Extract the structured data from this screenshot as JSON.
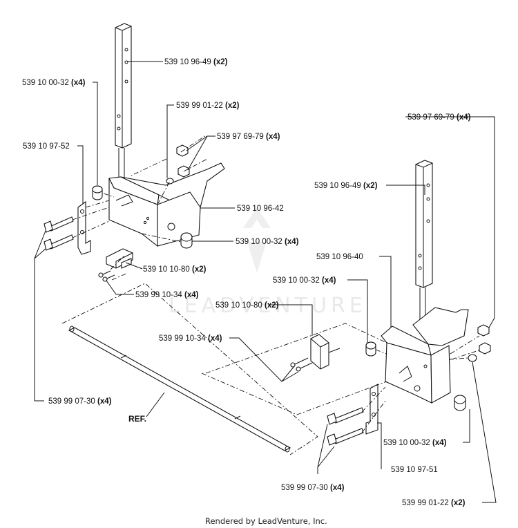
{
  "diagram": {
    "labels": [
      {
        "id": "l1",
        "part": "539 10 96-49",
        "qty": "(x2)"
      },
      {
        "id": "l2",
        "part": "539 10 00-32",
        "qty": "(x4)"
      },
      {
        "id": "l3",
        "part": "539 99 01-22",
        "qty": "(x2)"
      },
      {
        "id": "l4",
        "part": "539 97 69-79",
        "qty": "(x4)"
      },
      {
        "id": "l5",
        "part": "539 10 97-52",
        "qty": ""
      },
      {
        "id": "l6",
        "part": "539 10 96-42",
        "qty": ""
      },
      {
        "id": "l7",
        "part": "539 10 00-32",
        "qty": "(x4)"
      },
      {
        "id": "l8",
        "part": "539 10 10-80",
        "qty": "(x2)"
      },
      {
        "id": "l9",
        "part": "539 99 10-34",
        "qty": "(x4)"
      },
      {
        "id": "l10",
        "part": "539 97 69-79",
        "qty": "(x4)"
      },
      {
        "id": "l11",
        "part": "539 10 96-49",
        "qty": "(x2)"
      },
      {
        "id": "l12",
        "part": "539 10 96-40",
        "qty": ""
      },
      {
        "id": "l13",
        "part": "539 10 00-32",
        "qty": "(x4)"
      },
      {
        "id": "l14",
        "part": "539 10 10-80",
        "qty": "(x2)"
      },
      {
        "id": "l15",
        "part": "539 99 10-34",
        "qty": "(x4)"
      },
      {
        "id": "l16",
        "part": "539 99 07-30",
        "qty": "(x4)"
      },
      {
        "id": "l17",
        "part": "539 10 00-32",
        "qty": "(x4)"
      },
      {
        "id": "l18",
        "part": "539 10 97-51",
        "qty": ""
      },
      {
        "id": "l19",
        "part": "539 99 07-30",
        "qty": "(x4)"
      },
      {
        "id": "l20",
        "part": "539 99 01-22",
        "qty": "(x2)"
      }
    ],
    "ref_label": "REF.",
    "watermark": "LEADVENTURE",
    "footer": "Rendered by LeadVenture, Inc."
  }
}
